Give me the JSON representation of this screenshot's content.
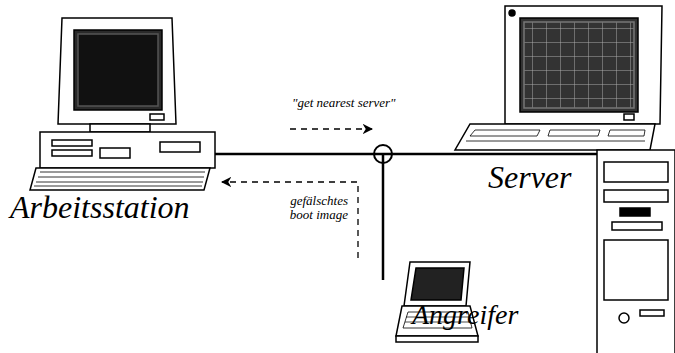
{
  "diagram": {
    "labels": [
      "\"get nearest server\"",
      "gefälschtes boot image",
      "Arbeitsstation",
      "Server",
      "Angreifer"
    ]
  }
}
